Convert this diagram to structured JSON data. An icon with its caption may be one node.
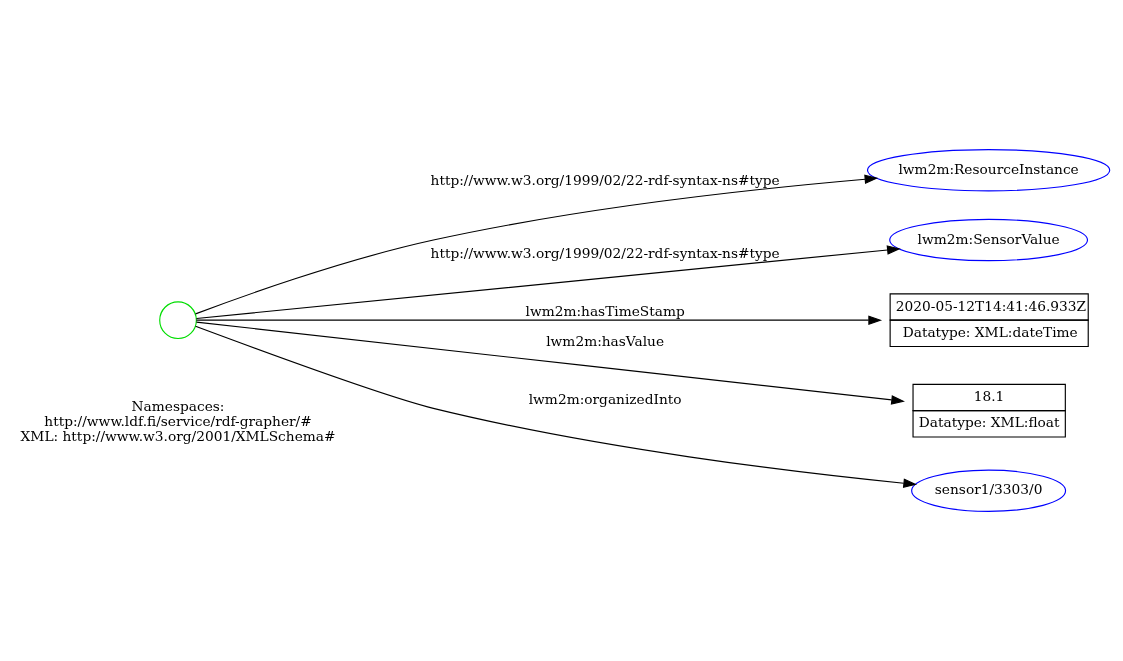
{
  "diagram": {
    "nodes": [
      {
        "text": [],
        "shape": "circle"
      },
      {
        "text": [
          "lwm2m:ResourceInstance"
        ]
      },
      {
        "text": [
          "lwm2m:SensorValue"
        ]
      },
      {
        "text": [
          "2020-05-12T14:41:46.933Z",
          "Datatype: XML:dateTime"
        ]
      },
      {
        "text": [
          "18.1",
          "Datatype: XML:float"
        ]
      },
      {
        "text": [
          "sensor1/3303/0"
        ]
      }
    ],
    "edges": [
      {
        "from": 0,
        "to": 1,
        "arrow": "to",
        "label": "http://www.w3.org/1999/02/22-rdf-syntax-ns#type"
      },
      {
        "from": 0,
        "to": 2,
        "arrow": "to",
        "label": "http://www.w3.org/1999/02/22-rdf-syntax-ns#type"
      },
      {
        "from": 0,
        "to": 3,
        "arrow": "to",
        "label": "lwm2m:hasTimeStamp"
      },
      {
        "from": 0,
        "to": 4,
        "arrow": "to",
        "label": "lwm2m:hasValue"
      },
      {
        "from": 0,
        "to": 5,
        "arrow": "to",
        "label": "lwm2m:organizedInto"
      }
    ],
    "labels": [
      "Namespaces:",
      "http://www.ldf.fi/service/rdf-grapher/#",
      "XML: http://www.w3.org/2001/XMLSchema#"
    ]
  }
}
